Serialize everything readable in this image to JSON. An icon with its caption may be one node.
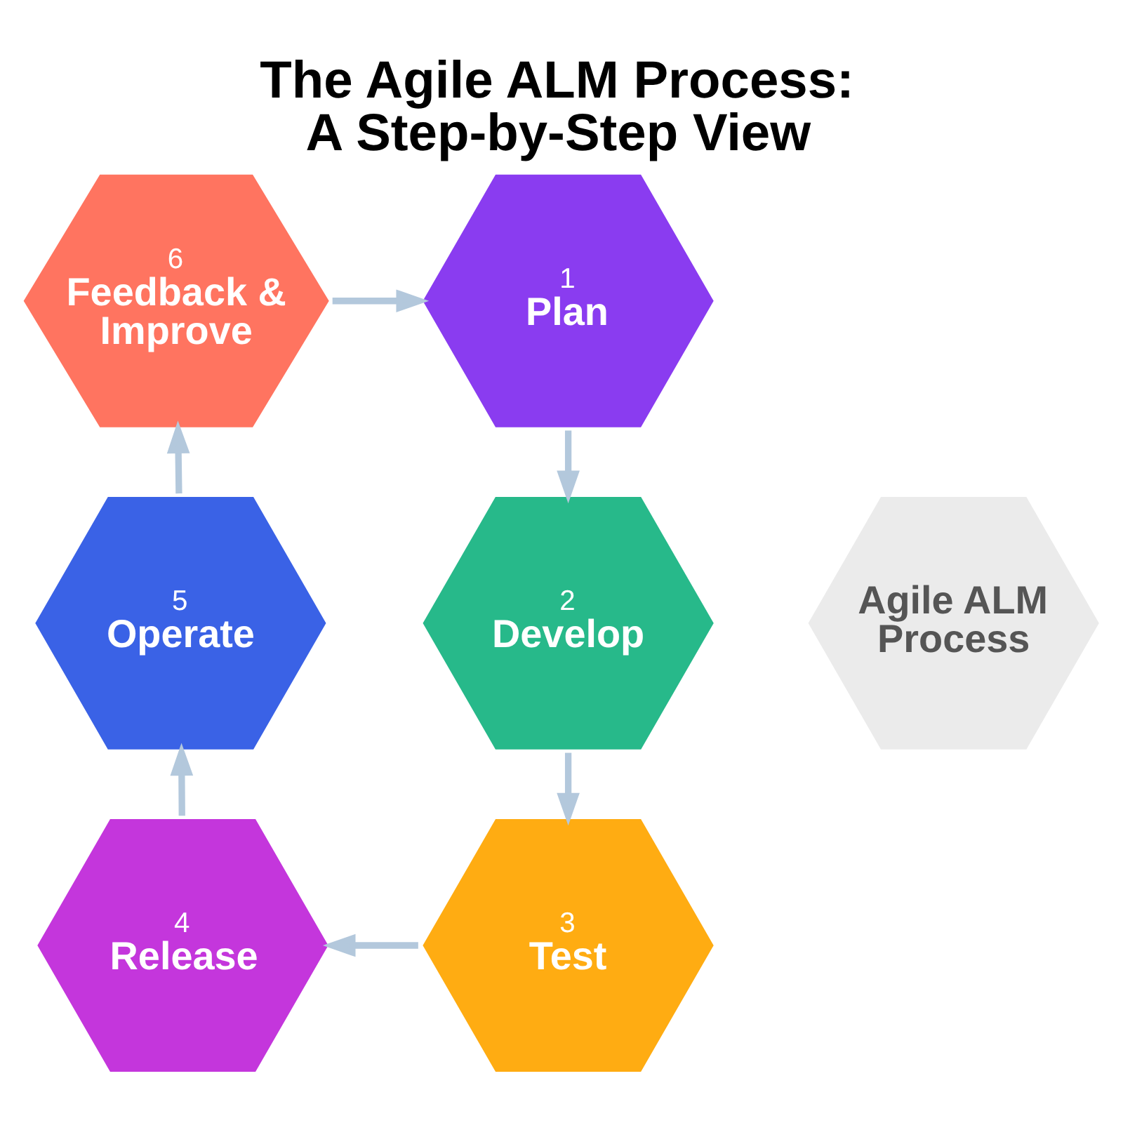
{
  "diagram": {
    "title": "The Agile ALM Process: A Step-by-Step View",
    "nodes": [
      {
        "text": [
          "Agile ALM Process"
        ]
      },
      {
        "text": [
          "1",
          "Plan"
        ]
      },
      {
        "text": [
          "2",
          "Develop"
        ]
      },
      {
        "text": [
          "3",
          "Test"
        ]
      },
      {
        "text": [
          "4",
          "Release"
        ]
      },
      {
        "text": [
          "5",
          "Operate"
        ]
      },
      {
        "text": [
          "6",
          "Feedback & Improve"
        ]
      }
    ],
    "edges": [
      {
        "from": 6,
        "to": 1,
        "arrow": "to"
      },
      {
        "from": 1,
        "to": 2,
        "arrow": "to"
      },
      {
        "from": 2,
        "to": 3,
        "arrow": "to"
      },
      {
        "from": 3,
        "to": 4,
        "arrow": "to"
      },
      {
        "from": 4,
        "to": 5,
        "arrow": "to"
      },
      {
        "from": 5,
        "to": 6,
        "arrow": "to"
      }
    ]
  }
}
